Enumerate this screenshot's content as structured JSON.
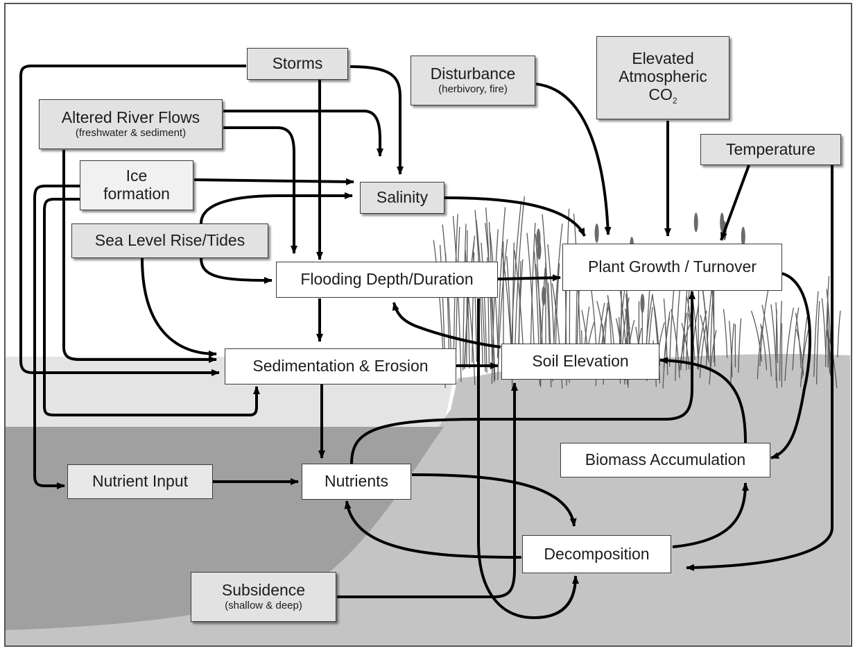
{
  "nodes": {
    "storms": {
      "label": "Storms"
    },
    "disturbance": {
      "label": "Disturbance",
      "sublabel": "(herbivory, fire)"
    },
    "elevated_co2": {
      "line1": "Elevated",
      "line2": "Atmospheric",
      "line3": "CO",
      "line3_subscript": "2"
    },
    "altered_river_flows": {
      "label": "Altered River Flows",
      "sublabel": "(freshwater & sediment)"
    },
    "temperature": {
      "label": "Temperature"
    },
    "ice_formation": {
      "line1": "Ice",
      "line2": "formation"
    },
    "salinity": {
      "label": "Salinity"
    },
    "sea_level_rise": {
      "label": "Sea Level Rise/Tides"
    },
    "flooding": {
      "label": "Flooding Depth/Duration"
    },
    "plant_growth": {
      "label": "Plant Growth / Turnover"
    },
    "sedimentation": {
      "label": "Sedimentation & Erosion"
    },
    "soil_elevation": {
      "label": "Soil Elevation"
    },
    "biomass": {
      "label": "Biomass Accumulation"
    },
    "nutrient_input": {
      "label": "Nutrient Input"
    },
    "nutrients": {
      "label": "Nutrients"
    },
    "decomposition": {
      "label": "Decomposition"
    },
    "subsidence": {
      "label": "Subsidence",
      "sublabel": "(shallow & deep)"
    }
  },
  "colors": {
    "driver_fill": "#e2e2e2",
    "process_fill": "#ffffff",
    "arrow": "#000000",
    "water_light": "#e4e4e4",
    "water_deep": "#9f9f9f",
    "marsh_ground": "#c4c4c4"
  }
}
